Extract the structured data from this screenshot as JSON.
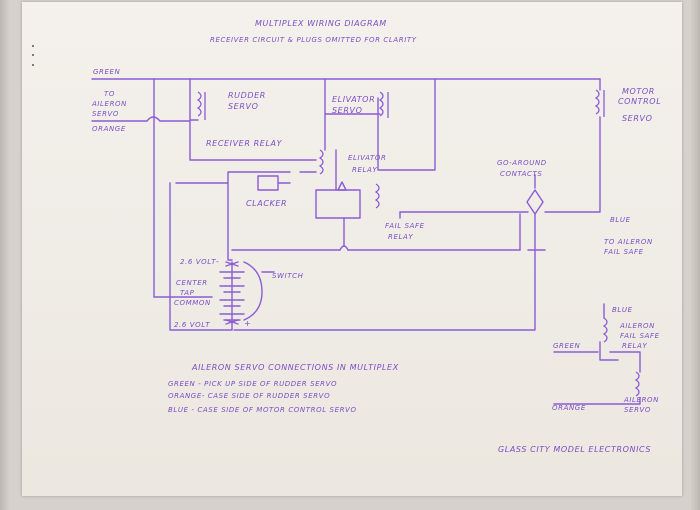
{
  "title": "MULTIPLEX WIRING DIAGRAM",
  "subtitle": "RECEIVER CIRCUIT & PLUGS OMITTED FOR CLARITY",
  "labels": {
    "green_top": "GREEN",
    "to_aileron": "TO",
    "aileron_servo_1": "AILERON",
    "aileron_servo_2": "SERVO",
    "orange_left": "ORANGE",
    "rudder_1": "RUDDER",
    "rudder_2": "SERVO",
    "elevator_1": "ELIVATOR",
    "elevator_2": "SERVO",
    "motor_1": "MOTOR",
    "motor_2": "CONTROL",
    "motor_3": "SERVO",
    "receiver_relay": "RECEIVER RELAY",
    "elevator_relay_1": "ELIVATOR",
    "elevator_relay_2": "RELAY",
    "clacker": "CLACKER",
    "fail_safe_1": "FAIL SAFE",
    "fail_safe_2": "RELAY",
    "go_around_1": "GO-AROUND",
    "go_around_2": "CONTACTS",
    "blue_right": "BLUE",
    "to_aileron_fs_1": "TO AILERON",
    "to_aileron_fs_2": "FAIL SAFE",
    "volt_top": "2.6 VOLT",
    "switch": "SWITCH",
    "center_tap_1": "CENTER",
    "center_tap_2": "TAP",
    "common": "COMMON",
    "volt_bottom": "2.6 VOLT",
    "plus": "+",
    "minus": "-"
  },
  "inset": {
    "blue": "BLUE",
    "aileron_fs_1": "AILERON",
    "aileron_fs_2": "FAIL SAFE",
    "aileron_fs_3": "RELAY",
    "green": "GREEN",
    "orange": "ORANGE",
    "aileron_servo_1": "AILERON",
    "aileron_servo_2": "SERVO"
  },
  "notes": {
    "heading": "AILERON SERVO CONNECTIONS IN MULTIPLEX",
    "line1": "GREEN - PICK UP SIDE OF RUDDER SERVO",
    "line2": "ORANGE- CASE SIDE OF RUDDER SERVO",
    "line3": "BLUE - CASE SIDE OF MOTOR CONTROL SERVO"
  },
  "footer": "GLASS CITY MODEL ELECTRONICS",
  "colors": {
    "ink": "#8a5cd6",
    "paper": "#f2efe9"
  }
}
